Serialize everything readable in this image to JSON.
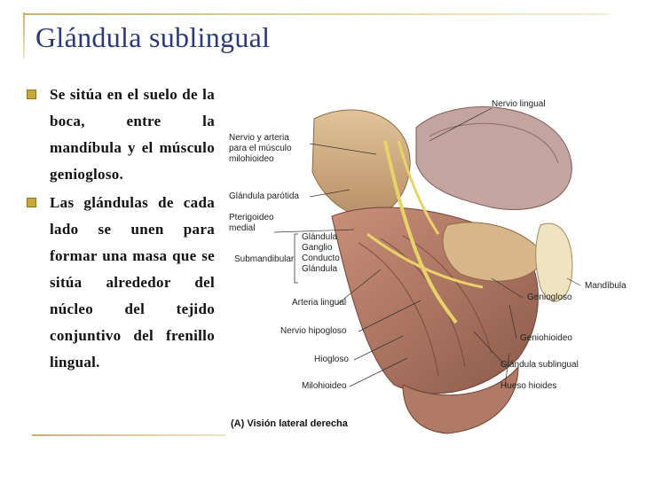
{
  "slide": {
    "title": "Glándula sublingual",
    "bullets": [
      "Se sitúa en el suelo de la boca, entre la mandíbula y el músculo geniogloso.",
      "Las glándulas de cada lado se unen para formar una masa que se sitúa alrededor del núcleo del tejido conjuntivo del frenillo lingual."
    ]
  },
  "figure": {
    "labels": {
      "nervio_lingual": "Nervio lingual",
      "nervio_arteria_1": "Nervio y arteria",
      "nervio_arteria_2": "para el músculo",
      "nervio_arteria_3": "milohioideo",
      "glandula_parotida": "Glándula parótida",
      "pterigoideo_1": "Pterigoideo",
      "pterigoideo_2": "medial",
      "submandibular": "Submandibular",
      "sub_glandula": "Glándula",
      "sub_ganglio": "Ganglio",
      "sub_conducto": "Conducto",
      "sub_glandula_2": "Glándula",
      "arteria_lingual": "Arteria lingual",
      "nervio_hipogloso": "Nervio hipogloso",
      "hiogloso": "Hiogloso",
      "milohioideo": "Milohioideo",
      "mandibula": "Mandíbula",
      "geniogloso": "Geniogloso",
      "geniohioideo": "Geniohioideo",
      "glandula_sublingual": "Glándula sublingual",
      "hueso_hioides": "Hueso hioides",
      "caption": "(A) Visión  lateral derecha"
    }
  }
}
